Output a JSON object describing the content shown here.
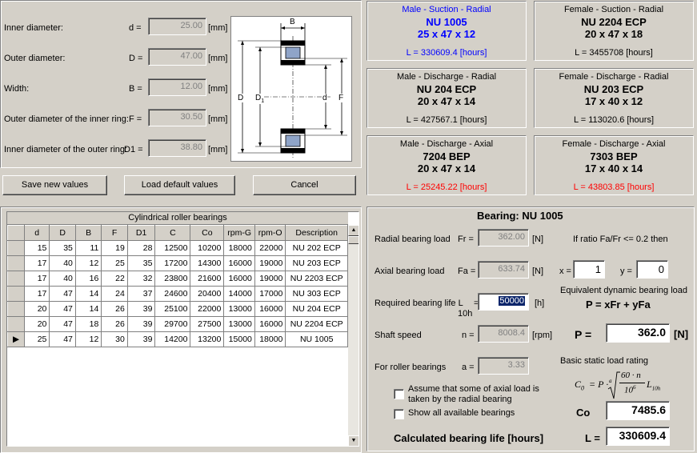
{
  "inputs": {
    "inner_diameter": {
      "label": "Inner diameter:",
      "symbol": "d =",
      "value": "25.00",
      "unit": "[mm]"
    },
    "outer_diameter": {
      "label": "Outer diameter:",
      "symbol": "D =",
      "value": "47.00",
      "unit": "[mm]"
    },
    "width": {
      "label": " Width:",
      "symbol": "B =",
      "value": "12.00",
      "unit": "[mm]"
    },
    "outer_inner_ring": {
      "label": "Outer diameter of the inner ring:",
      "symbol": "F =",
      "value": "30.50",
      "unit": "[mm]"
    },
    "inner_outer_ring": {
      "label": "Inner diameter of the outer ring:",
      "symbol": "D1 =",
      "value": "38.80",
      "unit": "[mm]"
    }
  },
  "diagram": {
    "B": "B",
    "D": "D",
    "D1": "D",
    "D1_sub": "1",
    "d": "d",
    "F": "F"
  },
  "buttons": {
    "save": "Save new values",
    "load_default": "Load default values",
    "cancel": "Cancel"
  },
  "results": [
    {
      "category": "Male - Suction - Radial",
      "name": "NU 1005",
      "dims": "25 x 47 x 12",
      "life": "L = 330609.4 [hours]",
      "color": "#0000ff",
      "life_color": "#0000ff"
    },
    {
      "category": "Female - Suction - Radial",
      "name": "NU 2204 ECP",
      "dims": "20 x 47 x 18",
      "life": "L = 3455708 [hours]",
      "color": "#000000",
      "life_color": "#000000"
    },
    {
      "category": "Male - Discharge - Radial",
      "name": "NU 204 ECP",
      "dims": "20 x 47 x 14",
      "life": "L = 427567.1 [hours]",
      "color": "#000000",
      "life_color": "#000000"
    },
    {
      "category": "Female - Discharge - Radial",
      "name": "NU 203 ECP",
      "dims": "17 x 40 x 12",
      "life": "L = 113020.6 [hours]",
      "color": "#000000",
      "life_color": "#000000"
    },
    {
      "category": "Male - Discharge - Axial",
      "name": "7204 BEP",
      "dims": "20 x 47 x 14",
      "life": "L = 25245.22 [hours]",
      "color": "#000000",
      "life_color": "#ff0000"
    },
    {
      "category": "Female - Discharge - Axial",
      "name": "7303 BEP",
      "dims": "17 x 40 x 14",
      "life": "L = 43803.85 [hours]",
      "color": "#000000",
      "life_color": "#ff0000"
    }
  ],
  "table": {
    "caption": "Cylindrical roller bearings",
    "columns": [
      "d",
      "D",
      "B",
      "F",
      "D1",
      "C",
      "Co",
      "rpm-G",
      "rpm-O",
      "Description"
    ],
    "rows": [
      [
        "15",
        "35",
        "11",
        "19",
        "28",
        "12500",
        "10200",
        "18000",
        "22000",
        "NU 202 ECP"
      ],
      [
        "17",
        "40",
        "12",
        "25",
        "35",
        "17200",
        "14300",
        "16000",
        "19000",
        "NU 203 ECP"
      ],
      [
        "17",
        "40",
        "16",
        "22",
        "32",
        "23800",
        "21600",
        "16000",
        "19000",
        "NU 2203 ECP"
      ],
      [
        "17",
        "47",
        "14",
        "24",
        "37",
        "24600",
        "20400",
        "14000",
        "17000",
        "NU 303 ECP"
      ],
      [
        "20",
        "47",
        "14",
        "26",
        "39",
        "25100",
        "22000",
        "13000",
        "16000",
        "NU 204 ECP"
      ],
      [
        "20",
        "47",
        "18",
        "26",
        "39",
        "29700",
        "27500",
        "13000",
        "16000",
        "NU 2204 ECP"
      ],
      [
        "25",
        "47",
        "12",
        "30",
        "39",
        "14200",
        "13200",
        "15000",
        "18000",
        "NU 1005"
      ]
    ],
    "current_indicator": "▶",
    "scroll_up": "▲",
    "scroll_down": "▼"
  },
  "calc": {
    "title": "Bearing:  NU 1005",
    "radial_label": "Radial bearing load",
    "radial_sym": "Fr =",
    "radial_val": "362.00",
    "radial_unit": "[N]",
    "ratio_note": "If ratio Fa/Fr <= 0.2 then",
    "axial_label": "Axial bearing load",
    "axial_sym": "Fa =",
    "axial_val": "633.74",
    "axial_unit": "[N]",
    "x_sym": "x =",
    "x_val": "1",
    "y_sym": "y =",
    "y_val": "0",
    "life_label": "Required bearing life L",
    "life_sub": "10h",
    "life_sym": "=",
    "life_val": "50000",
    "life_unit": "[h]",
    "eq_title": "Equivalent dynamic bearing load",
    "eq_formula": "P = xFr + yFa",
    "speed_label": "Shaft speed",
    "speed_sym": "n =",
    "speed_val": "8008.4",
    "speed_unit": "[rpm]",
    "p_sym": "P =",
    "p_val": "362.0",
    "p_unit": "[N]",
    "roller_label": "For roller bearings",
    "roller_sym": "a =",
    "roller_val": "3.33",
    "static_title": "Basic static load rating",
    "chk_axial": "Assume that some of axial load is taken by the radial bearing",
    "chk_show": "Show all available bearings",
    "co_sym": "Co",
    "co_val": "7485.6",
    "result_label": "Calculated bearing life  [hours]",
    "l_sym": "L =",
    "l_val": "330609.4",
    "formula": {
      "c0": "C",
      "c0_sub": "0",
      "eq": "= P ·",
      "root_idx": "a",
      "num": "60 · n",
      "den": "10",
      "den_sup": "6",
      "tail": "L",
      "tail_sub": "10h"
    }
  }
}
